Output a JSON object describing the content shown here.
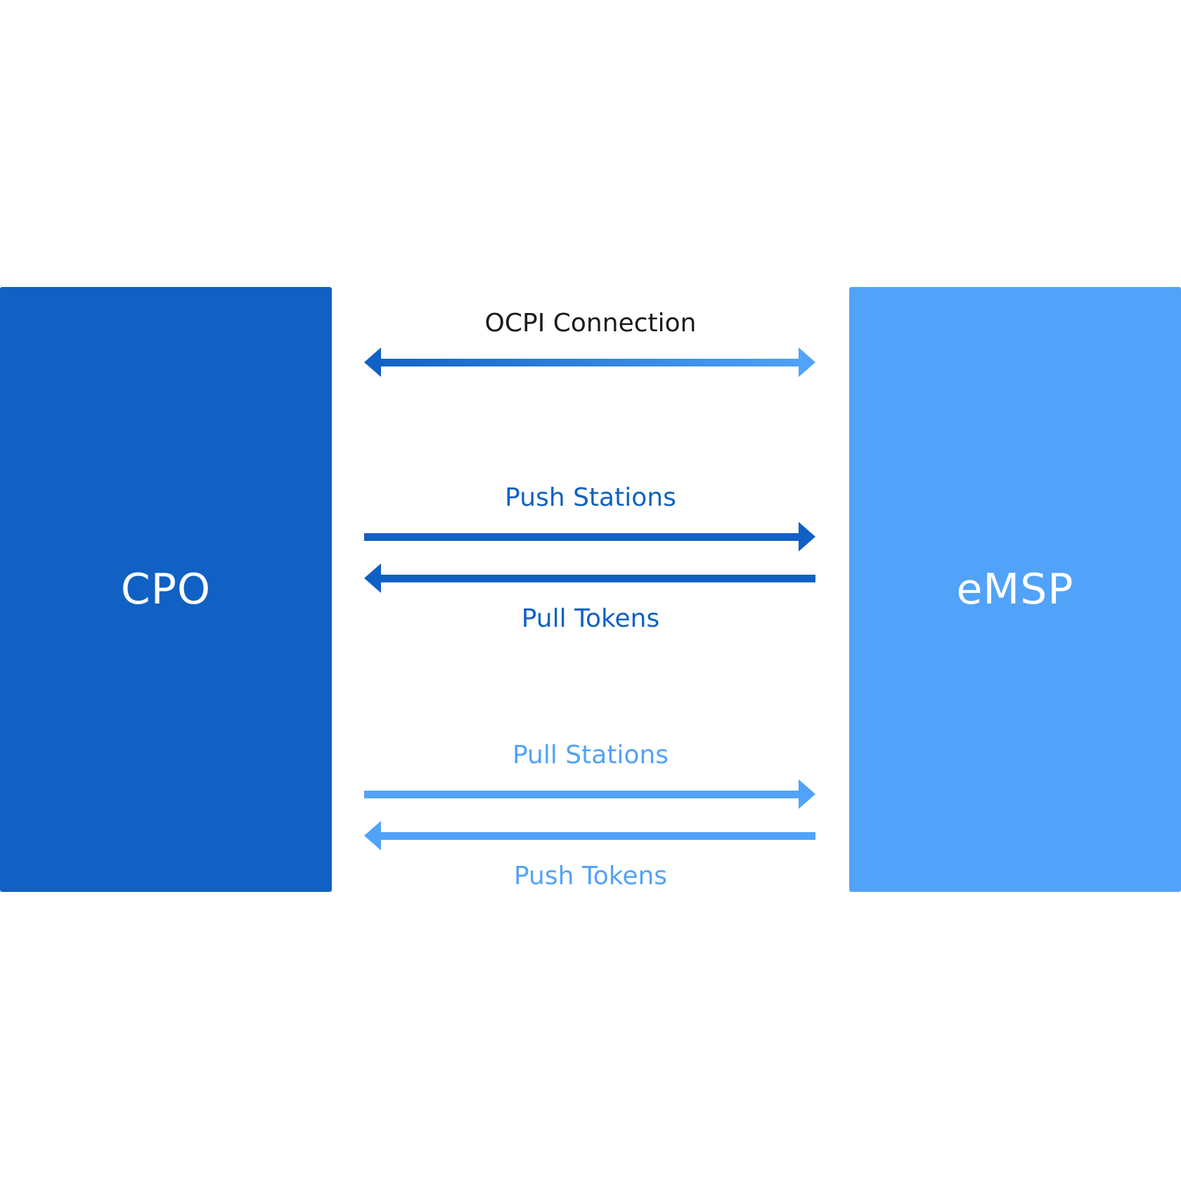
{
  "entities": {
    "left": {
      "label": "CPO",
      "color": "#1061C3"
    },
    "right": {
      "label": "eMSP",
      "color": "#51A3F9"
    }
  },
  "connection": {
    "label": "OCPI Connection",
    "gradient": [
      "#1061C3",
      "#51A3F9"
    ]
  },
  "flows": {
    "push_stations": "Push Stations",
    "pull_tokens": "Pull Tokens",
    "pull_stations": "Pull Stations",
    "push_tokens": "Push Tokens"
  }
}
